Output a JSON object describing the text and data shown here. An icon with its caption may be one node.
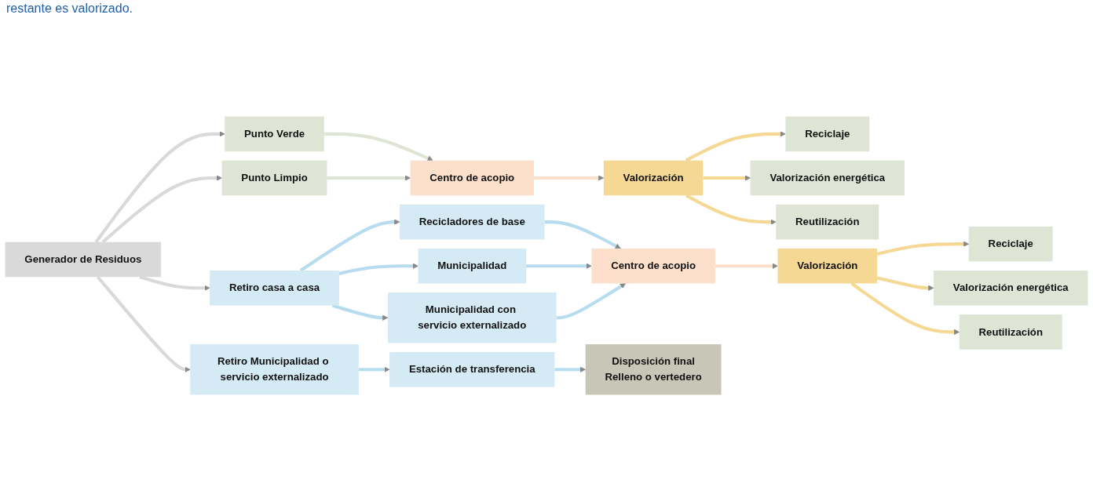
{
  "diagram": {
    "nodes": [
      {
        "text": [
          "Generador de Residuos"
        ]
      },
      {
        "text": [
          "Punto Verde"
        ]
      },
      {
        "text": [
          "Punto Limpio"
        ]
      },
      {
        "text": [
          "Centro de acopio"
        ]
      },
      {
        "text": [
          "Valorización"
        ]
      },
      {
        "text": [
          "Reciclaje"
        ]
      },
      {
        "text": [
          "Valorización energética"
        ]
      },
      {
        "text": [
          "Reutilización"
        ]
      },
      {
        "text": [
          "Retiro casa a casa"
        ]
      },
      {
        "text": [
          "Recicladores de base"
        ]
      },
      {
        "text": [
          "Municipalidad"
        ]
      },
      {
        "text": [
          "Municipalidad con servicio externalizado"
        ]
      },
      {
        "text": [
          "Centro de acopio"
        ]
      },
      {
        "text": [
          "Valorización"
        ]
      },
      {
        "text": [
          "Reciclaje"
        ]
      },
      {
        "text": [
          "Valorización energética"
        ]
      },
      {
        "text": [
          "Reutilización"
        ]
      },
      {
        "text": [
          "Retiro Municipalidad o servicio externalizado"
        ]
      },
      {
        "text": [
          "Estación de transferencia"
        ]
      },
      {
        "text": [
          "Disposición final",
          "Relleno o vertedero"
        ]
      }
    ],
    "edges": [
      {
        "from": 0,
        "to": 1,
        "arrow": "to",
        "color": "#d9d9d9"
      },
      {
        "from": 0,
        "to": 2,
        "arrow": "to",
        "color": "#d9d9d9"
      },
      {
        "from": 0,
        "to": 8,
        "arrow": "to",
        "color": "#d9d9d9"
      },
      {
        "from": 0,
        "to": 17,
        "arrow": "to",
        "color": "#d9d9d9"
      },
      {
        "from": 1,
        "to": 3,
        "arrow": "to",
        "color": "#dfe5d5"
      },
      {
        "from": 2,
        "to": 3,
        "arrow": "to",
        "color": "#dfe5d5"
      },
      {
        "from": 3,
        "to": 4,
        "arrow": "to",
        "color": "#fde0cc"
      },
      {
        "from": 4,
        "to": 5,
        "arrow": "to",
        "color": "#f5d893"
      },
      {
        "from": 4,
        "to": 6,
        "arrow": "to",
        "color": "#f5d893"
      },
      {
        "from": 4,
        "to": 7,
        "arrow": "to",
        "color": "#f5d893"
      },
      {
        "from": 8,
        "to": 9,
        "arrow": "to"
      },
      {
        "from": 8,
        "to": 10,
        "arrow": "to"
      },
      {
        "from": 8,
        "to": 11,
        "arrow": "to"
      },
      {
        "from": 9,
        "to": 12,
        "arrow": "to"
      },
      {
        "from": 10,
        "to": 12,
        "arrow": "to"
      },
      {
        "from": 11,
        "to": 12,
        "arrow": "to"
      },
      {
        "from": 12,
        "to": 13,
        "arrow": "to",
        "color": "#fde0cc"
      },
      {
        "from": 13,
        "to": 14,
        "arrow": "to",
        "color": "#f5d893"
      },
      {
        "from": 13,
        "to": 15,
        "arrow": "to",
        "color": "#f5d893"
      },
      {
        "from": 13,
        "to": 16,
        "arrow": "to",
        "color": "#f5d893"
      },
      {
        "from": 17,
        "to": 18,
        "arrow": "to"
      },
      {
        "from": 18,
        "to": 19,
        "arrow": "to"
      }
    ],
    "labels": [
      "restante es valorizado."
    ]
  }
}
